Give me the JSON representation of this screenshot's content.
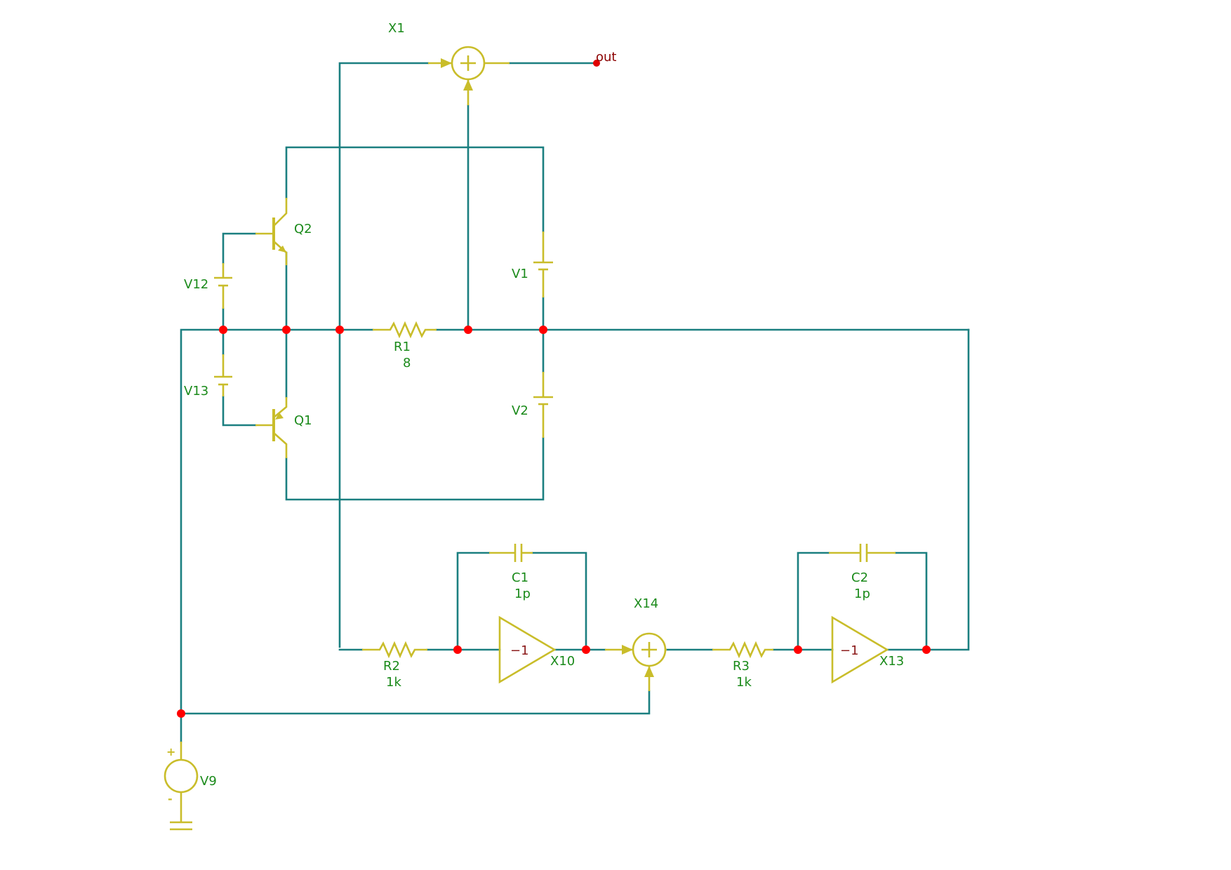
{
  "components": {
    "x1": {
      "ref": "X1"
    },
    "x14": {
      "ref": "X14"
    },
    "q1": {
      "ref": "Q1"
    },
    "q2": {
      "ref": "Q2"
    },
    "v1": {
      "ref": "V1"
    },
    "v2": {
      "ref": "V2"
    },
    "v9": {
      "ref": "V9",
      "plus": "+",
      "minus": "-"
    },
    "v12": {
      "ref": "V12"
    },
    "v13": {
      "ref": "V13"
    },
    "r1": {
      "ref": "R1",
      "value": "8"
    },
    "r2": {
      "ref": "R2",
      "value": "1k"
    },
    "r3": {
      "ref": "R3",
      "value": "1k"
    },
    "c1": {
      "ref": "C1",
      "value": "1p"
    },
    "c2": {
      "ref": "C2",
      "value": "1p"
    },
    "x10": {
      "ref": "X10",
      "gain": "−1"
    },
    "x13": {
      "ref": "X13",
      "gain": "−1"
    }
  },
  "nets": {
    "out": "out"
  },
  "colors": {
    "wire": "#1b7f80",
    "component": "#c9bd2a",
    "junction": "#ff0000",
    "label": "#1a8a1a",
    "net_label": "#8b0000"
  }
}
